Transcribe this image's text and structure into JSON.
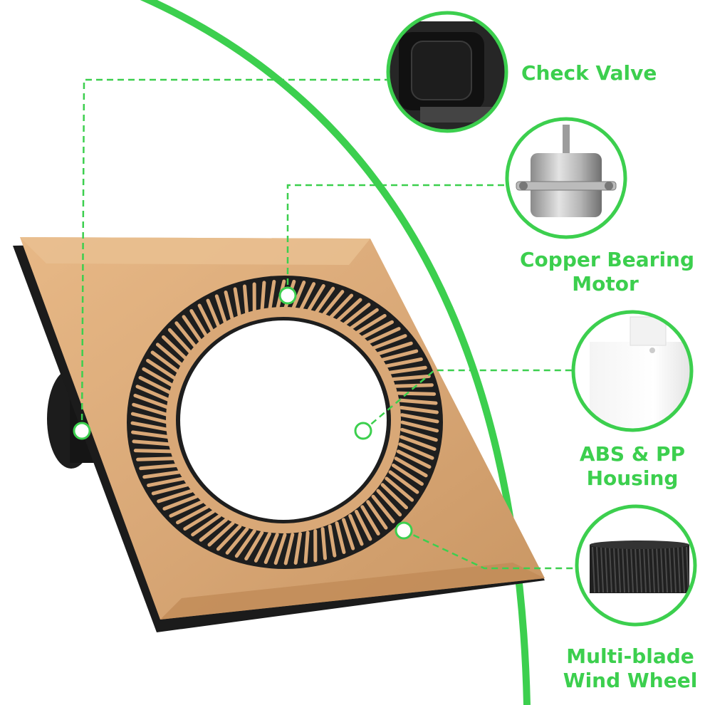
{
  "colors": {
    "accent": "#3ccf4e",
    "panel": "#d9a877",
    "panel_edge": "#c8935f",
    "frame": "#1b1b1b"
  },
  "features": [
    {
      "icon": "check-valve-icon",
      "label": "Check Valve"
    },
    {
      "icon": "motor-icon",
      "label_line1": "Copper Bearing",
      "label_line2": "Motor"
    },
    {
      "icon": "housing-icon",
      "label_line1": "ABS & PP",
      "label_line2": "Housing"
    },
    {
      "icon": "wind-wheel-icon",
      "label_line1": "Multi-blade",
      "label_line2": "Wind Wheel"
    }
  ]
}
